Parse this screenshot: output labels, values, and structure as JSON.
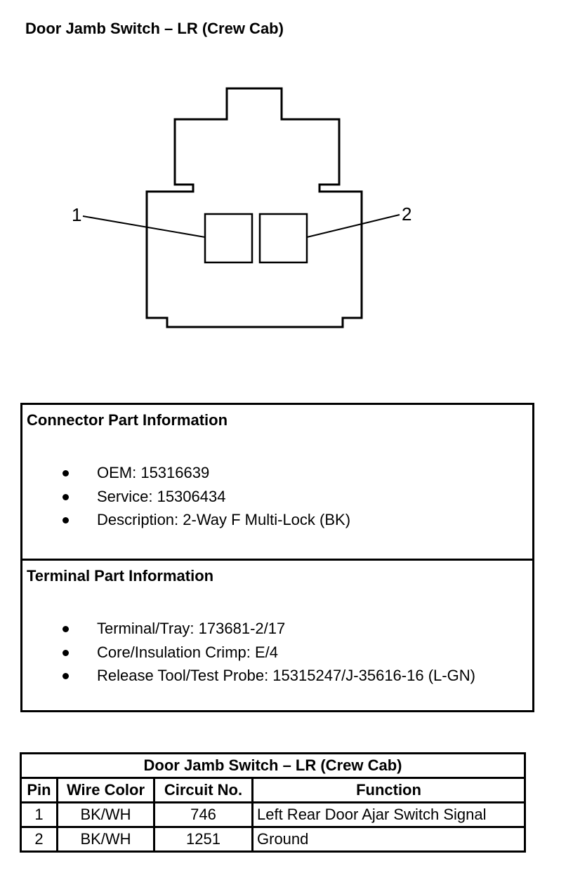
{
  "title": "Door Jamb Switch – LR (Crew Cab)",
  "diagram": {
    "pin_labels": [
      "1",
      "2"
    ]
  },
  "connector_info": {
    "heading": "Connector Part Information",
    "items": [
      "OEM: 15316639",
      "Service: 15306434",
      "Description: 2-Way F Multi-Lock (BK)"
    ]
  },
  "terminal_info": {
    "heading": "Terminal Part Information",
    "items": [
      "Terminal/Tray: 173681-2/17",
      "Core/Insulation Crimp: E/4",
      "Release Tool/Test Probe: 15315247/J-35616-16 (L-GN)"
    ]
  },
  "pin_table": {
    "caption": "Door Jamb Switch – LR (Crew Cab)",
    "headers": [
      "Pin",
      "Wire Color",
      "Circuit No.",
      "Function"
    ],
    "rows": [
      [
        "1",
        "BK/WH",
        "746",
        "Left Rear Door Ajar Switch Signal"
      ],
      [
        "2",
        "BK/WH",
        "1251",
        "Ground"
      ]
    ]
  }
}
